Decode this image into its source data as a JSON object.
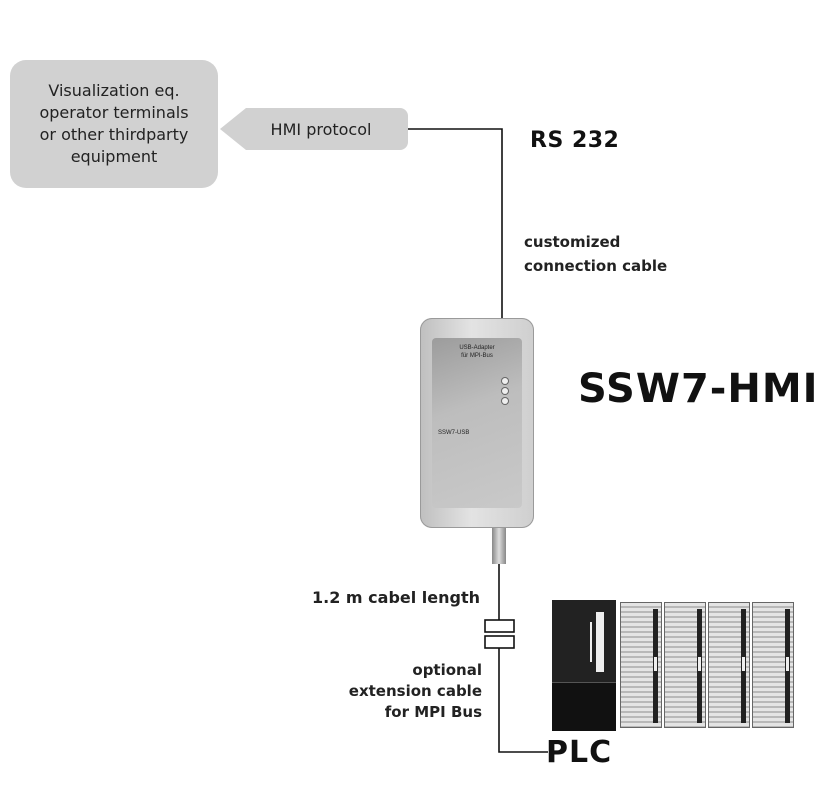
{
  "equipment_box": {
    "lines": [
      "Visualization eq.",
      "operator terminals",
      "or other thirdparty",
      "equipment"
    ]
  },
  "hmi_protocol": "HMI protocol",
  "interface_label": "RS 232",
  "cable_note": {
    "lines": [
      "customized",
      "connection cable"
    ]
  },
  "adapter": {
    "label_lines": [
      "USB-Adapter",
      "für MPI-Bus"
    ],
    "model": "SSW7-USB",
    "led_count": 3
  },
  "product_name": "SSW7-HMI",
  "cable_length": "1.2 m cabel length",
  "extension_note": {
    "lines": [
      "optional",
      "extension cable",
      "for MPI Bus"
    ]
  },
  "plc_label": "PLC",
  "plc": {
    "io_module_count": 4
  },
  "colors": {
    "box_fill": "#d1d1d1",
    "line": "#111111",
    "device_body": "#cfcfcf",
    "plc_dark": "#222222"
  }
}
